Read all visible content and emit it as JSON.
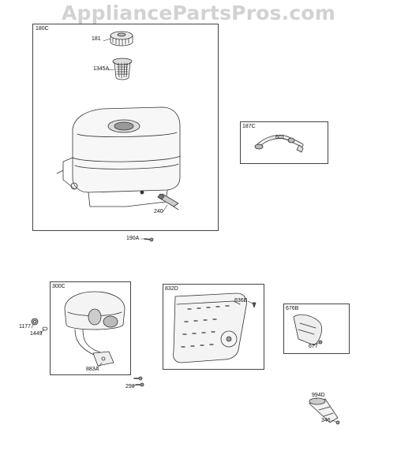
{
  "watermark": "AppliancePartsPros.com",
  "groups": {
    "fuel_tank": "180C",
    "fuel_line": "187C",
    "air_cleaner": "300C",
    "muffler": "832D",
    "heat_shield": "676B"
  },
  "callouts": {
    "p181": "181",
    "p1345A": "1345A",
    "p240": "240",
    "p190A": "190A",
    "p601": "601",
    "p1177": "1177",
    "p1449": "1449",
    "p883A": "883A",
    "p298": "298",
    "p836B": "836B",
    "p677": "677",
    "p994D": "994D",
    "p346": "346"
  }
}
